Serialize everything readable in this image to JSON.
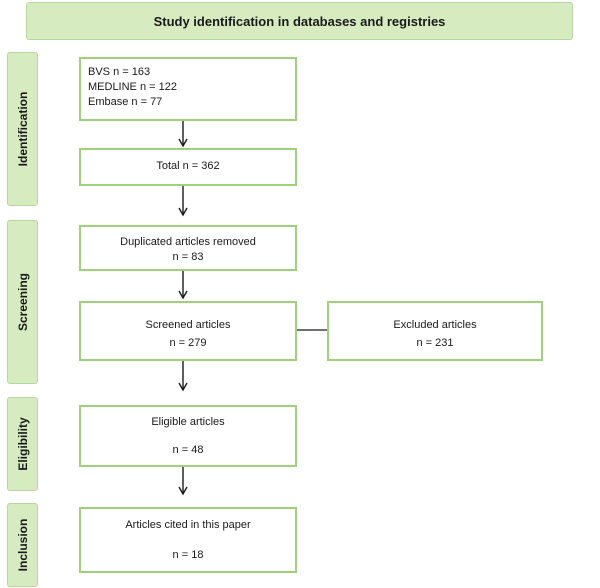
{
  "header": {
    "title": "Study identification in databases and registries"
  },
  "stages": {
    "identification": "Identification",
    "screening": "Screening",
    "eligibility": "Eligibility",
    "inclusion": "Inclusion"
  },
  "boxes": {
    "sources": {
      "lines": [
        "BVS n = 163",
        "MEDLINE n = 122",
        "Embase n = 77"
      ]
    },
    "total": {
      "label": "Total n = 362"
    },
    "duplicates": {
      "title": "Duplicated articles removed",
      "count": "n = 83"
    },
    "screened": {
      "title": "Screened articles",
      "count": "n = 279"
    },
    "excluded": {
      "title": "Excluded articles",
      "count": "n = 231"
    },
    "eligible": {
      "title": "Eligible articles",
      "count": "n = 48"
    },
    "included": {
      "title": "Articles cited in this paper",
      "count": "n = 18"
    }
  },
  "colors": {
    "stage_fill": "#d7ebc1",
    "box_border": "#9fd07a",
    "arrow": "#1a1a1a"
  }
}
